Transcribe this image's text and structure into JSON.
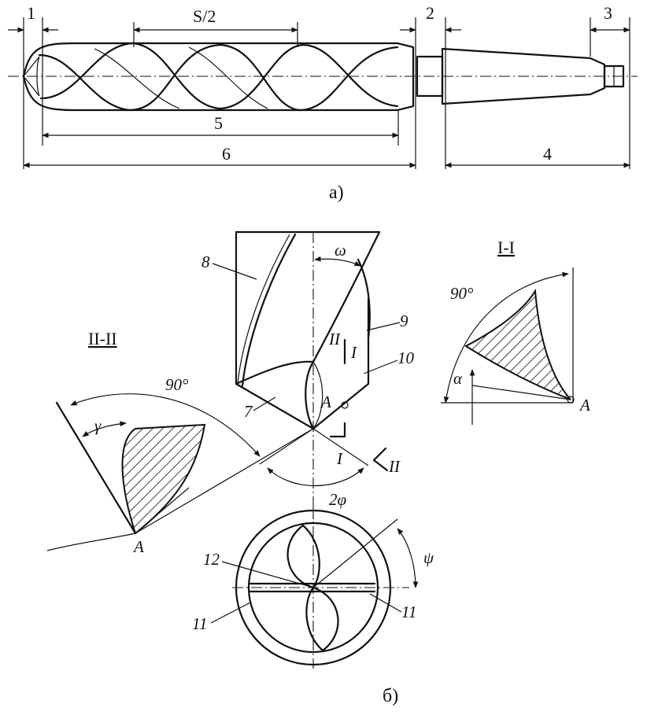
{
  "figure_a": {
    "caption": "а)",
    "labels": {
      "n1": "1",
      "s_half": "S/2",
      "n2": "2",
      "n3": "3",
      "n4": "4",
      "n5": "5",
      "n6": "6"
    }
  },
  "figure_b": {
    "caption": "б)",
    "labels": {
      "n7": "7",
      "n8": "8",
      "n9": "9",
      "n10": "10",
      "n11_left": "11",
      "n11_right": "11",
      "n12": "12",
      "omega": "ω",
      "two_phi": "2φ",
      "psi": "ψ",
      "gamma": "γ",
      "alpha": "α",
      "point_a_main": "A",
      "point_a_left": "A",
      "point_a_right": "A",
      "roman_1_upper": "I",
      "roman_1_lower": "I",
      "roman_2_upper": "II",
      "roman_2_lower": "II"
    },
    "section_left": {
      "title": "II-II",
      "angle": "90°"
    },
    "section_right": {
      "title": "I-I",
      "angle": "90°"
    }
  }
}
